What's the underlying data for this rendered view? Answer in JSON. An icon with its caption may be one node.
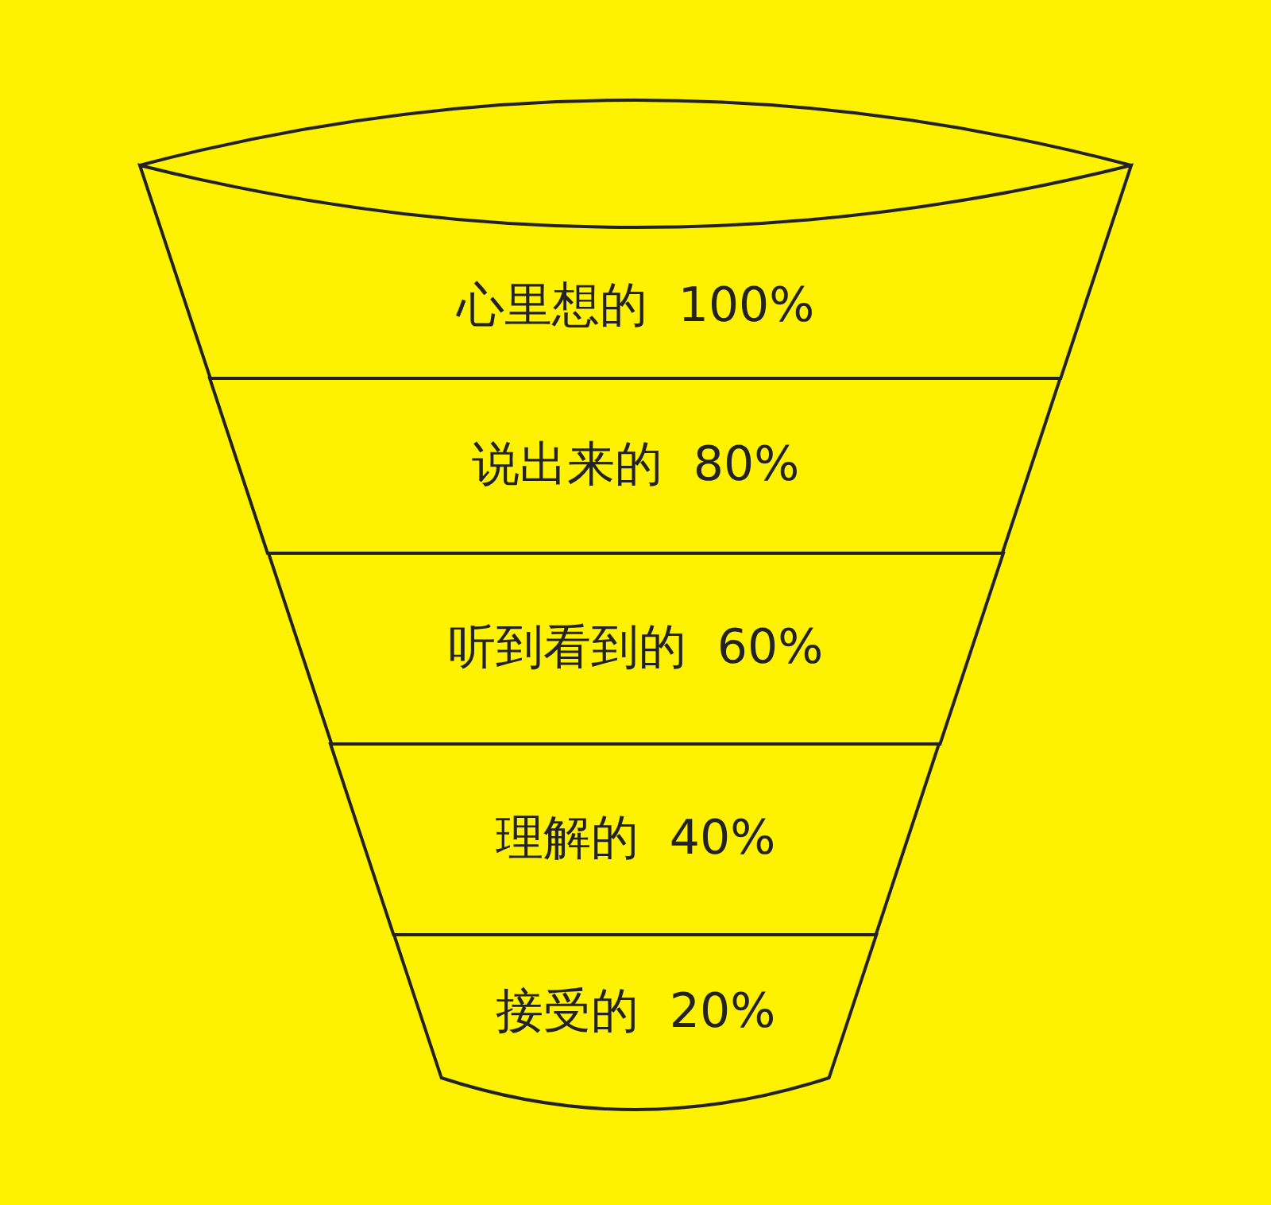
{
  "diagram": {
    "nodes": [
      {
        "text": [
          "心里想的 100%"
        ]
      },
      {
        "text": [
          "说出来的 80%"
        ]
      },
      {
        "text": [
          "听到看到的 60%"
        ]
      },
      {
        "text": [
          "理解的 40%"
        ]
      },
      {
        "text": [
          "接受的 20%"
        ]
      }
    ]
  }
}
